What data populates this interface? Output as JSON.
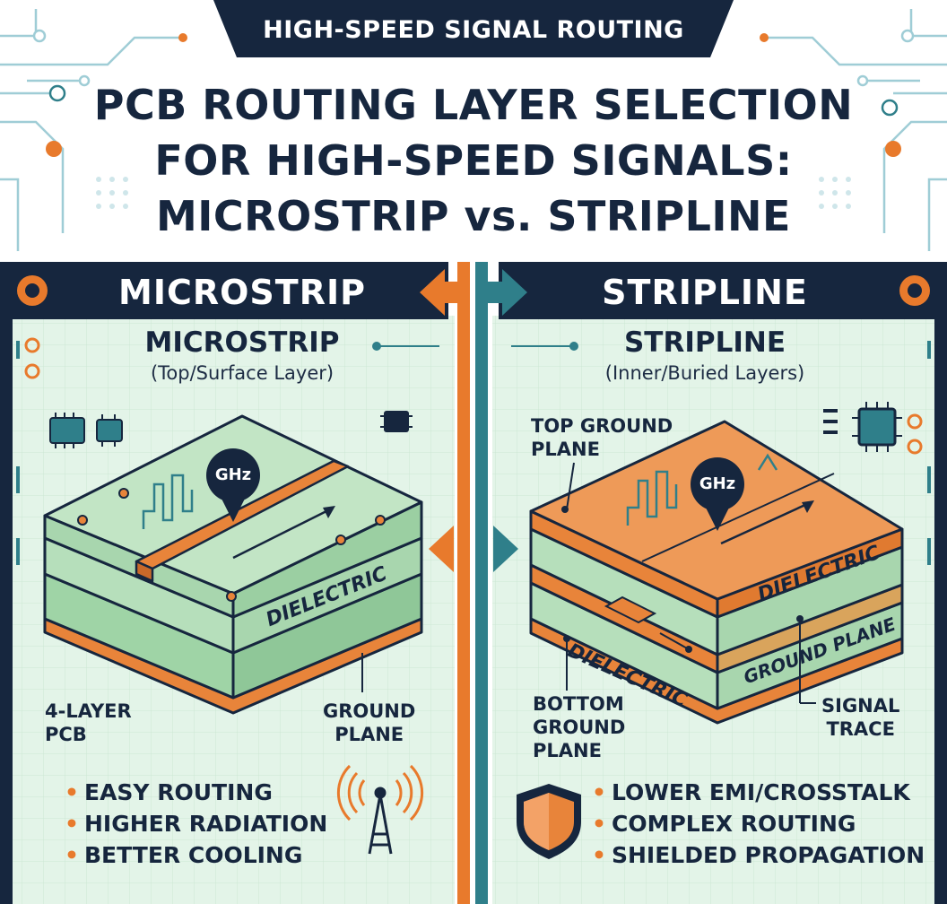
{
  "banner": "HIGH-SPEED SIGNAL ROUTING",
  "title_lines": [
    "PCB ROUTING LAYER SELECTION",
    "FOR HIGH-SPEED SIGNALS:",
    "MICROSTRIP vs. STRIPLINE"
  ],
  "colors": {
    "navy": "#16263e",
    "orange": "#e87a2c",
    "teal": "#2f7f8a",
    "panel_bg": "#e3f4e8",
    "layer_green": "#9fd4a6",
    "copper": "#e8843a"
  },
  "microstrip": {
    "header": "MICROSTRIP",
    "title": "MICROSTRIP",
    "subtitle": "(Top/Surface Layer)",
    "frequency_label": "GHz",
    "layer_label": "DIELECTRIC",
    "label_left": [
      "4-LAYER",
      "PCB"
    ],
    "label_right": [
      "GROUND",
      "PLANE"
    ],
    "points": [
      "EASY ROUTING",
      "HIGHER RADIATION",
      "BETTER COOLING"
    ],
    "icon": "antenna-icon"
  },
  "stripline": {
    "header": "STRIPLINE",
    "title": "STRIPLINE",
    "subtitle": "(Inner/Buried Layers)",
    "frequency_label": "GHz",
    "label_top": [
      "TOP GROUND",
      "PLANE"
    ],
    "layer_label_upper": "DIELECTRIC",
    "layer_label_lower": "DIELECTRIC",
    "ground_plane_label": "GROUND PLANE",
    "label_bottom_left": [
      "BOTTOM",
      "GROUND",
      "PLANE"
    ],
    "label_right": [
      "SIGNAL",
      "TRACE"
    ],
    "points": [
      "LOWER EMI/CROSSTALK",
      "COMPLEX ROUTING",
      "SHIELDED PROPAGATION"
    ],
    "icon": "shield-icon"
  }
}
